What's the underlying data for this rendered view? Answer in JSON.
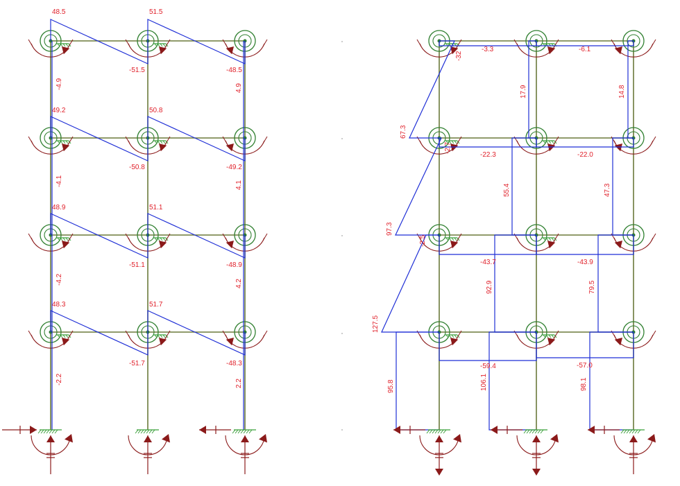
{
  "colors": {
    "frame": "#6b7a3a",
    "diagram": "#1f2fd6",
    "label": "#e0202a",
    "support": "#8b1a1a",
    "hinge": "#2f7f2f",
    "fixity": "#3aa03a"
  },
  "icons": [
    "hinge-spring-icon",
    "moment-arc-icon",
    "force-arrow-icon",
    "fixed-support-icon"
  ],
  "left": {
    "beam_labels": [
      {
        "start": "48.5",
        "mid": "-51.5",
        "end": ""
      },
      {
        "start": "51.5",
        "mid": "",
        "end": "-48.5"
      },
      {
        "start": "49.2",
        "mid": "-50.8",
        "end": ""
      },
      {
        "start": "50.8",
        "mid": "",
        "end": "-49.2"
      },
      {
        "start": "48.9",
        "mid": "-51.1",
        "end": ""
      },
      {
        "start": "51.1",
        "mid": "",
        "end": "-48.9"
      },
      {
        "start": "48.3",
        "mid": "-51.7",
        "end": ""
      },
      {
        "start": "51.7",
        "mid": "",
        "end": "-48.3"
      }
    ],
    "column_labels": [
      "-4.9",
      "4.9",
      "-4.1",
      "4.1",
      "-4.2",
      "4.2",
      "-2.2",
      "2.2"
    ]
  },
  "right": {
    "beam_labels": [
      "-3.3",
      "-6.1",
      "-22.3",
      "-22.0",
      "-43.7",
      "-43.9",
      "-59.4",
      "-57.0"
    ],
    "column_labels": [
      "17.9",
      "14.8",
      "55.4",
      "47.3",
      "92.9",
      "79.5",
      "106.1",
      "98.1",
      "95.8"
    ],
    "side_labels": [
      "67.3",
      "97.3",
      "127.5"
    ],
    "small_labels": [
      "-32",
      "-2.7",
      "-2.5"
    ]
  }
}
